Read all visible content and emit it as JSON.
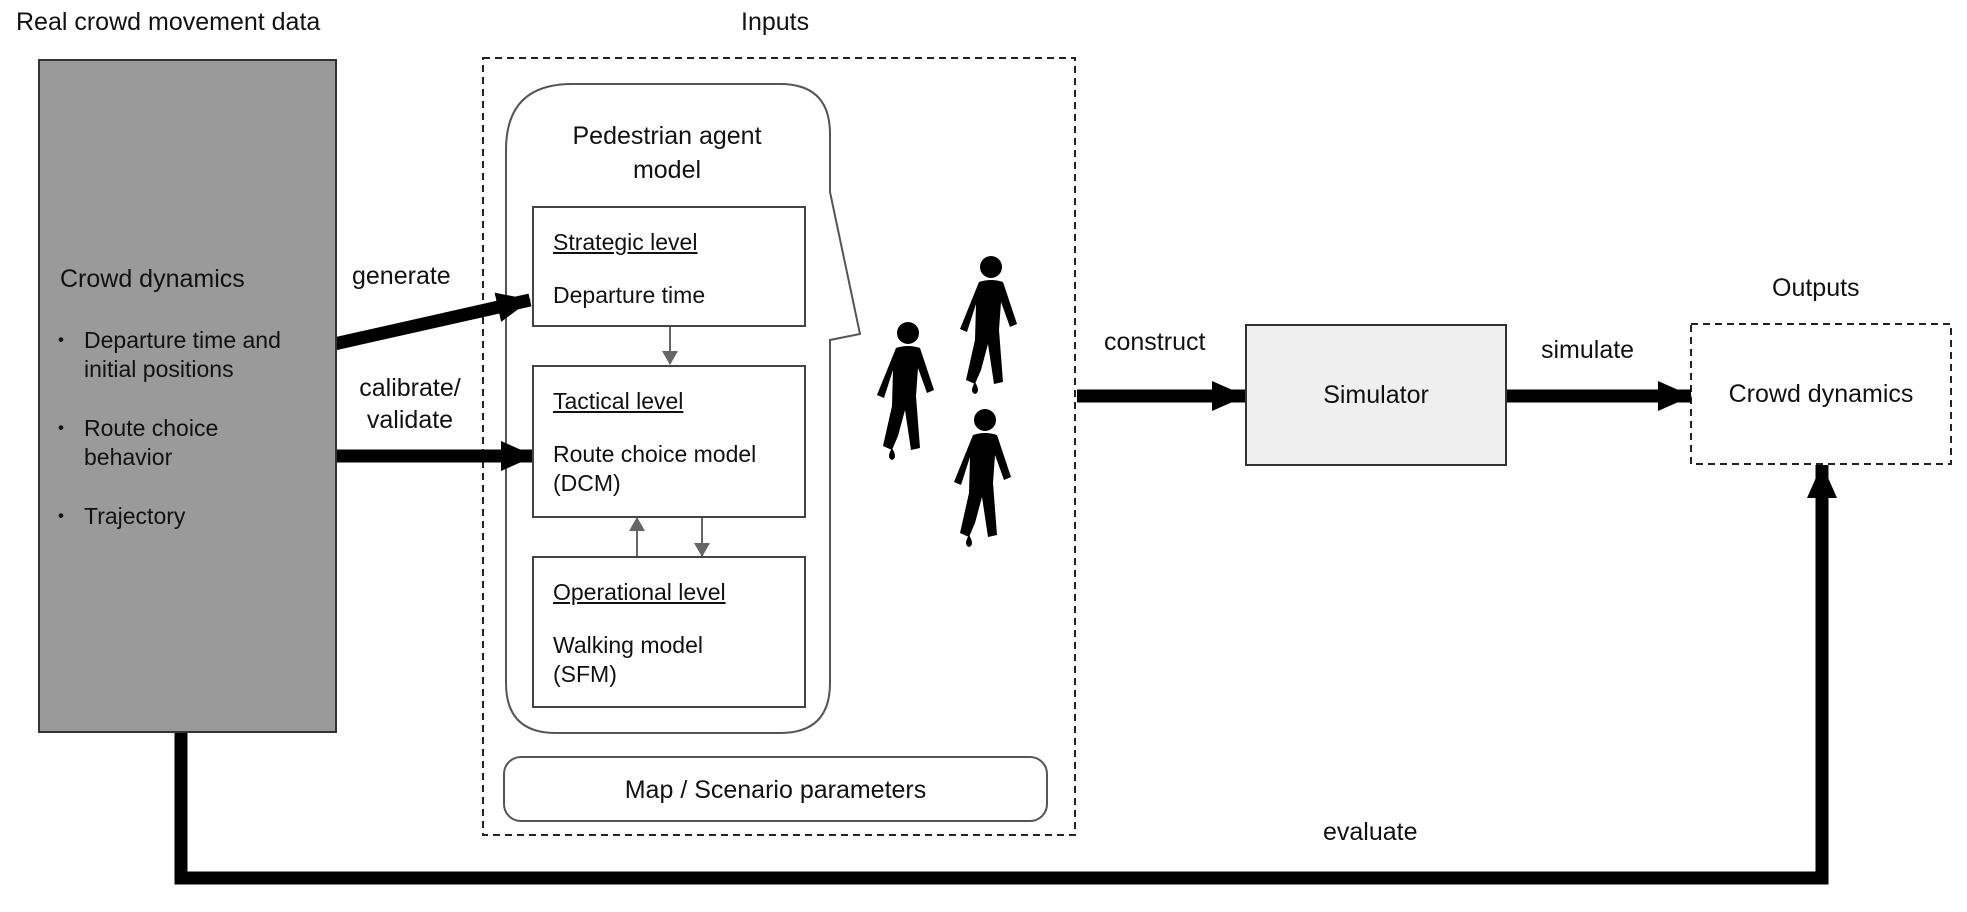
{
  "left_panel": {
    "heading": "Real crowd movement data",
    "title": "Crowd dynamics",
    "bullet_glyph": "・",
    "items": [
      [
        "Departure time and",
        "initial positions"
      ],
      [
        "Route choice",
        "behavior"
      ],
      [
        "Trajectory"
      ]
    ]
  },
  "edges": {
    "generate": "generate",
    "calibrate": [
      "calibrate/",
      "validate"
    ],
    "construct": "construct",
    "simulate": "simulate",
    "evaluate": "evaluate"
  },
  "inputs": {
    "heading": "Inputs",
    "agent_title": [
      "Pedestrian agent",
      "model"
    ],
    "strategic": {
      "level": "Strategic level",
      "detail": [
        "Departure time"
      ]
    },
    "tactical": {
      "level": "Tactical level",
      "detail": [
        "Route choice model",
        "(DCM)"
      ]
    },
    "operational": {
      "level": "Operational level",
      "detail": [
        "Walking model",
        "(SFM)"
      ]
    },
    "map": "Map / Scenario parameters",
    "pedestrians_icon": "walking-pedestrian-icon"
  },
  "simulator": {
    "label": "Simulator"
  },
  "outputs": {
    "heading": "Outputs",
    "label": "Crowd dynamics"
  },
  "colors": {
    "left_panel_fill": "#9a9a9a",
    "simulator_fill": "#efefef",
    "arrow": "#000000",
    "inner_arrow": "#666666"
  }
}
